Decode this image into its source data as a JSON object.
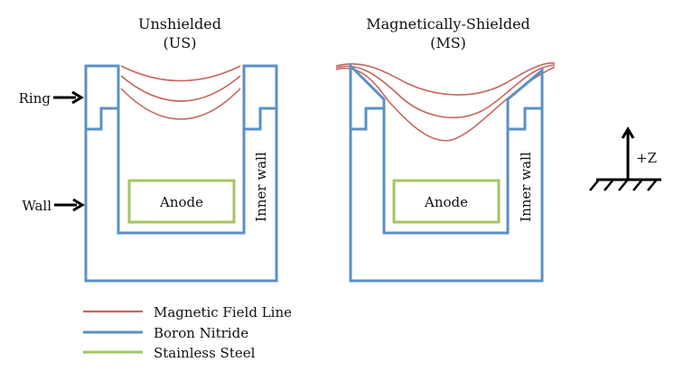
{
  "colors": {
    "field_line": "#c9655d",
    "boron_nitride": "#5b90c5",
    "stainless_steel": "#a3c463",
    "arrow": "#000000"
  },
  "left_panel": {
    "title_line1": "Unshielded",
    "title_line2": "(US)",
    "anode_label": "Anode",
    "inner_wall_label": "Inner wall",
    "ring_label": "Ring",
    "wall_label": "Wall"
  },
  "right_panel": {
    "title_line1": "Magnetically-Shielded",
    "title_line2": "(MS)",
    "anode_label": "Anode",
    "inner_wall_label": "Inner wall"
  },
  "axis": {
    "label": "+Z"
  },
  "legend": {
    "items": [
      {
        "label": "Magnetic Field Line",
        "color_key": "field_line"
      },
      {
        "label": "Boron Nitride",
        "color_key": "boron_nitride"
      },
      {
        "label": "Stainless Steel",
        "color_key": "stainless_steel"
      }
    ]
  }
}
